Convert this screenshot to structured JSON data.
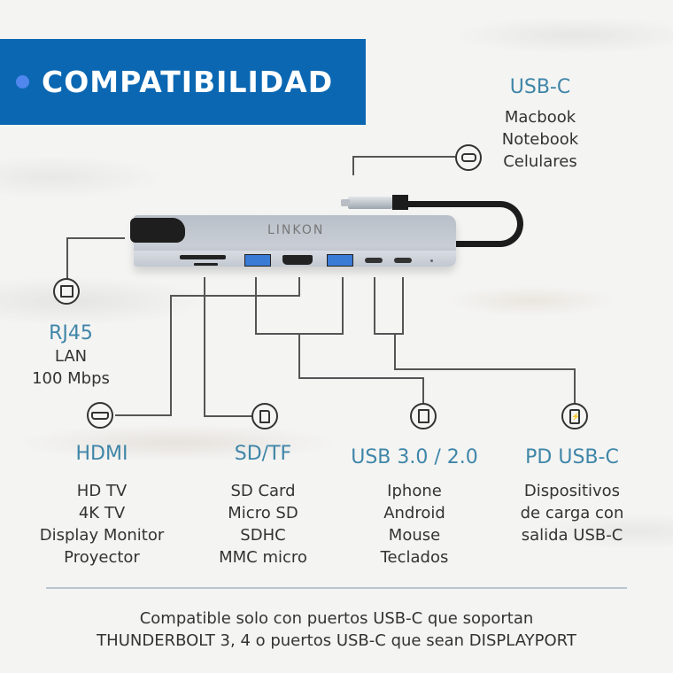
{
  "banner": {
    "title": "COMPATIBILIDAD"
  },
  "device": {
    "brand": "LINKON"
  },
  "ports": {
    "usb_c": {
      "title": "USB-C",
      "lines": [
        "Macbook",
        "Notebook",
        "Celulares"
      ],
      "icon": "usb-c-port-icon"
    },
    "rj45": {
      "title": "RJ45",
      "lines": [
        "LAN",
        "100 Mbps"
      ],
      "icon": "ethernet-port-icon"
    },
    "hdmi": {
      "title": "HDMI",
      "lines": [
        "HD TV",
        "4K TV",
        "Display Monitor",
        "Proyector"
      ],
      "icon": "hdmi-port-icon"
    },
    "sd_tf": {
      "title": "SD/TF",
      "lines": [
        "SD Card",
        "Micro SD",
        "SDHC",
        "MMC micro"
      ],
      "icon": "sd-card-icon"
    },
    "usb_a": {
      "title": "USB 3.0 / 2.0",
      "lines": [
        "Iphone",
        "Android",
        "Mouse",
        "Teclados"
      ],
      "icon": "usb-stick-icon"
    },
    "pd_usb_c": {
      "title": "PD USB-C",
      "lines": [
        "Dispositivos",
        "de carga con",
        "salida USB-C"
      ],
      "icon": "battery-charge-icon"
    }
  },
  "footer": {
    "line1": "Compatible solo con puertos USB-C que soportan",
    "line2": "THUNDERBOLT 3, 4 o puertos USB-C que sean DISPLAYPORT"
  },
  "colors": {
    "banner": "#0b67b2",
    "banner_dot": "#4f87ee",
    "heading": "#3f86a8",
    "body_text": "#333333"
  }
}
